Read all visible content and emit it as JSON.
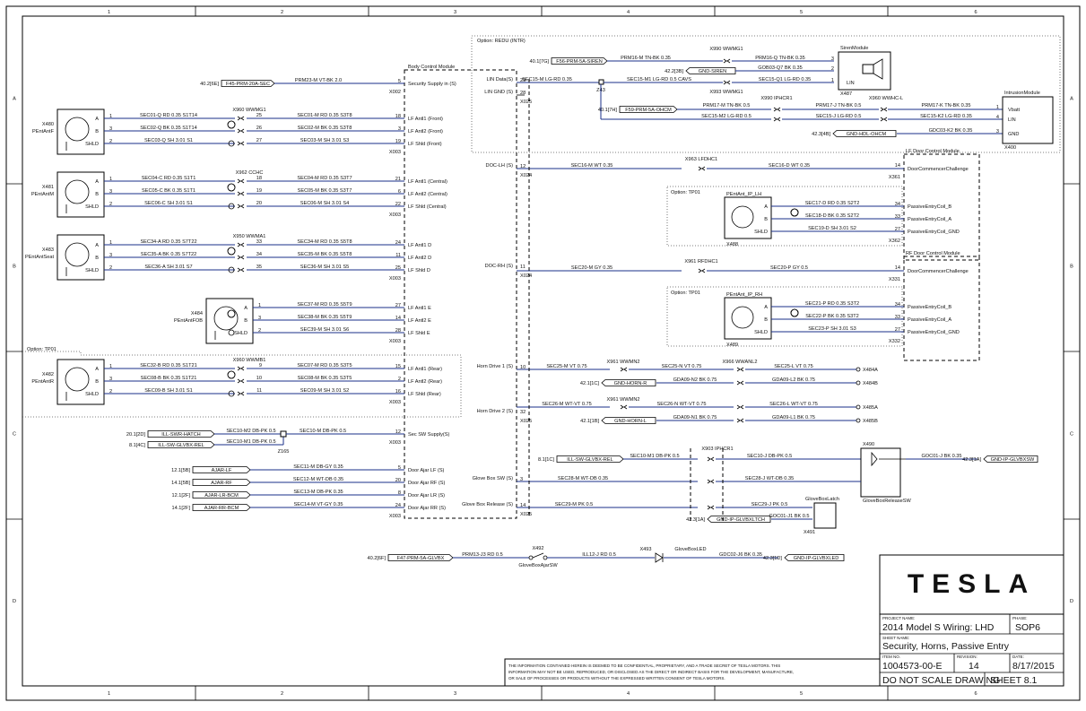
{
  "border": {
    "columns": [
      "1",
      "2",
      "3",
      "4",
      "5",
      "6"
    ],
    "rows": [
      "A",
      "B",
      "C",
      "D"
    ]
  },
  "title_block": {
    "logo": "TESLA",
    "project_name_label": "PROJECT NAME:",
    "project_name": "2014 Model S Wiring: LHD",
    "phase_label": "PHASE:",
    "phase": "SOP6",
    "sheet_name_label": "SHEET NAME:",
    "sheet_name": "Security, Horns, Passive Entry",
    "item_label": "ITEM NO.",
    "item": "1004573-00-E",
    "revision_label": "REVISION:",
    "revision": "14",
    "date_label": "DATE:",
    "date": "8/17/2015",
    "scale_note": "DO NOT SCALE DRAWING",
    "sheet": "SHEET 8.1"
  },
  "confidential": [
    "THE INFORMATION CONTAINED HEREIN IS DEEMED TO BE CONFIDENTIAL, PROPRIETARY, AND A TRADE SECRET OF TESLA MOTORS. THIS",
    "INFORMATION MAY NOT BE USED, REPRODUCED, OR DISCLOSED AS THE DIRECT OR INDIRECT BASIS FOR THE DEVELOPMENT, MANUFACTURE,",
    "OR SALE OF PROCESSES OR PRODUCTS WITHOUT THE EXPRESSED WRITTEN CONSENT OF TESLA MOTORS."
  ],
  "bcm": {
    "title": "Body Control Module",
    "pins": [
      {
        "n": "5",
        "label": "Security Supply in (S)",
        "conn": "X002"
      },
      {
        "n": "18",
        "label": "LF Antl1 (Front)"
      },
      {
        "n": "3",
        "label": "LF Antl2 (Front)"
      },
      {
        "n": "19",
        "label": "LF Shld (Front)",
        "conn": "X003"
      },
      {
        "n": "21",
        "label": "LF Antl1 (Central)"
      },
      {
        "n": "6",
        "label": "LF Antl2 (Central)"
      },
      {
        "n": "22",
        "label": "LF Shld (Central)",
        "conn": "X003"
      },
      {
        "n": "24",
        "label": "LF Antl1 D"
      },
      {
        "n": "11",
        "label": "LF Antl2 D"
      },
      {
        "n": "25",
        "label": "LF Shld D",
        "conn": "X003"
      },
      {
        "n": "27",
        "label": "LF Antl1 E"
      },
      {
        "n": "14",
        "label": "LF Antl2 E"
      },
      {
        "n": "28",
        "label": "LF Shld E",
        "conn": "X003"
      },
      {
        "n": "15",
        "label": "LF Antl1 (Rear)"
      },
      {
        "n": "2",
        "label": "LF Antl2 (Rear)"
      },
      {
        "n": "16",
        "label": "LF Shld (Rear)",
        "conn": "X003"
      },
      {
        "n": "12",
        "label": "Sec SW Supply(S)",
        "conn": "X003"
      },
      {
        "n": "5",
        "label": "Door Ajar LF (S)"
      },
      {
        "n": "20",
        "label": "Door Ajar RF (S)"
      },
      {
        "n": "8",
        "label": "Door Ajar LR (S)"
      },
      {
        "n": "24",
        "label": "Door Ajar RR (S)",
        "conn": "X003"
      }
    ],
    "right_pins": [
      {
        "n": "29",
        "label": "LIN Data(S)"
      },
      {
        "n": "28",
        "label": "LIN GND (S)",
        "conn": "X025"
      },
      {
        "n": "12",
        "label": "DOC-LH (S)",
        "conn": "X024"
      },
      {
        "n": "11",
        "label": "DOC-RH (S)",
        "conn": "X024"
      },
      {
        "n": "10",
        "label": "Horn Drive 1 (S)"
      },
      {
        "n": "32",
        "label": "Horn Drive 2 (S)",
        "conn": "X025"
      },
      {
        "n": "3",
        "label": "Glove Box SW (S)"
      },
      {
        "n": "14",
        "label": "Glove Box Release (S)",
        "conn": "X025"
      }
    ]
  },
  "antennas": [
    {
      "id": "X480",
      "name": "PEntAntF",
      "splice": "X960 WWMG1",
      "wires": [
        [
          "1",
          "SEC01-Q RD 0.35 S1T14",
          "25",
          "SEC01-M RD 0.35 S3T8"
        ],
        [
          "3",
          "SEC02-Q BK 0.35 S1T14",
          "26",
          "SEC02-M BK 0.35 S3T8"
        ],
        [
          "2",
          "SEC03-Q SH 3.01 S1",
          "27",
          "SEC03-M SH 3.01 S3"
        ]
      ]
    },
    {
      "id": "X481",
      "name": "PEntAntM",
      "splice": "X962 CCHC",
      "wires": [
        [
          "1",
          "SEC04-C RD 0.35 S1T1",
          "18",
          "SEC04-M RD 0.35 S3T7"
        ],
        [
          "3",
          "SEC05-C BK 0.35 S1T1",
          "19",
          "SEC05-M BK 0.35 S3T7"
        ],
        [
          "2",
          "SEC06-C SH 3.01 S1",
          "20",
          "SEC06-M SH 3.01 S4"
        ]
      ]
    },
    {
      "id": "X483",
      "name": "PEntAntSeat",
      "splice": "X950 WWMA1",
      "wires": [
        [
          "1",
          "SEC34-A RD 0.35 S7T22",
          "33",
          "SEC34-M RD 0.35 S5T8"
        ],
        [
          "3",
          "SEC35-A BK 0.35 S7T22",
          "34",
          "SEC35-M BK 0.35 S5T8"
        ],
        [
          "2",
          "SEC36-A SH 3.01 S7",
          "35",
          "SEC36-M SH 3.01 S5"
        ]
      ]
    },
    {
      "id": "X484",
      "name": "PEntAntFOB",
      "splice": "",
      "wires": [
        [
          "1",
          "",
          "",
          "SEC37-M RD 0.35 S5T9"
        ],
        [
          "3",
          "",
          "",
          "SEC38-M BK 0.35 S5T9"
        ],
        [
          "2",
          "",
          "",
          "SEC39-M SH 3.01 S6"
        ]
      ]
    },
    {
      "id": "X482",
      "name": "PEntAntR",
      "splice": "X960 WWMB1",
      "wires": [
        [
          "1",
          "SEC32-B RD 0.35 S1T21",
          "9",
          "SEC07-M RD 0.35 S3T5"
        ],
        [
          "3",
          "SEC08-B BK 0.35 S1T21",
          "10",
          "SEC08-M BK 0.35 S3T5"
        ],
        [
          "2",
          "SEC09-B SH 3.01 S1",
          "11",
          "SEC09-M SH 3.01 S2"
        ]
      ]
    }
  ],
  "antenna_pin_labels": [
    "A",
    "B",
    "SHLD"
  ],
  "option_tp01": "Option: TP01",
  "left_inputs": {
    "fuse_sec": {
      "ref": "40.2[6E]",
      "name": "F45-PRM-20A-SEC",
      "wire": "PRM23-M VT-BK 2.0"
    },
    "swr_hatch": {
      "ref": "20.1[2D]",
      "name": "ILL-SWR-HATCH",
      "wire": "SEC10-M2 DB-PK 0.5"
    },
    "glvbx_rel": {
      "ref": "8.1[4C]",
      "name": "ILL-SW-GLVBX-REL",
      "wire": "SEC10-M1 DB-PK 0.5"
    },
    "wire_main": "SEC10-M DB-PK 0.5",
    "splice": "Z165",
    "ajar": [
      {
        "ref": "12.1[5B]",
        "name": "AJAR-LF",
        "wire": "SEC11-M DB-GY 0.35"
      },
      {
        "ref": "14.1[5B]",
        "name": "AJAR-RF",
        "wire": "SEC12-M WT-DB 0.35"
      },
      {
        "ref": "12.1[2F]",
        "name": "AJAR-LR-BCM",
        "wire": "SEC13-M DB-PK 0.35"
      },
      {
        "ref": "14.1[2F]",
        "name": "AJAR-RR-BCM",
        "wire": "SEC14-M VT-GY 0.35"
      }
    ]
  },
  "redu": {
    "option": "Option: REDU (INTR)",
    "siren_ref": "40.1[7G]",
    "siren_fuse": "F56-PRM-5A-SIREN",
    "siren_wire": "PRM16-M TN-BK 0.35",
    "siren_splice": "X990 WWMG1",
    "siren_wire2": "PRM16-Q TN-BK 0.35",
    "gnd_ref": "42.2[3B]",
    "gnd_name": "GND-SIREN",
    "gnd_wire": "GOB03-Q7 BK 0.35",
    "lin_splice": "Z43",
    "lin_wire1": "SEC15-M LG-RD 0.35",
    "lin_wire2": "SEC15-M1 LG-RD 0.5 CAVS",
    "lin_wire3": "SEC15-Q1 LG-RD 0.35",
    "lin_splice2": "X993 WWMG1",
    "siren_module": "SirenModule",
    "siren_conn": "X487",
    "siren_pins": [
      {
        "n": "3",
        "label": ""
      },
      {
        "n": "2",
        "label": ""
      },
      {
        "n": "1",
        "label": "LIN"
      }
    ],
    "ohcm_ref": "40.1[7H]",
    "ohcm_fuse": "F59-PRM-5A-OHCM",
    "ohcm_wire": "PRM17-M TN-BK 0.5",
    "ohcm_splice": "X990 IPHCR1",
    "ohcm_wire2": "PRM17-J TN-BK 0.5",
    "ohcm_splice2": "X960 WWHC-L",
    "ohcm_wire3": "PRM17-K TN-BK 0.35",
    "lin_wire4": "SEC15-M2 LG-RD 0.5",
    "lin_wire5": "SEC15-J LG-RD 0.5",
    "lin_wire6": "SEC15-K2 LG-RD 0.35",
    "gnd2_ref": "42.3[4B]",
    "gnd2_name": "GND-HDL-OHCM",
    "gnd2_wire": "GDC03-K2 BK 0.35",
    "intrusion": "IntrusionModule",
    "intrusion_conn": "X400",
    "intrusion_pins": [
      {
        "n": "1",
        "label": "Vbatt"
      },
      {
        "n": "4",
        "label": "LIN"
      },
      {
        "n": "3",
        "label": "GND"
      }
    ]
  },
  "lf_door": {
    "title": "LF Door Control Module",
    "doc_wire": "SEC16-M WT 0.35",
    "doc_splice": "X963 LFDHC1",
    "doc_wire2": "SEC16-D WT 0.35",
    "pin_top": "14",
    "label_top": "DoorCommencerChallenge",
    "conn_top": "X361",
    "option": "Option: TP01",
    "ant_name": "PEntAnt_IP_LH",
    "ant_conn": "X488",
    "wires": [
      [
        "SEC17-D RD 0.35 S2T2",
        "34",
        "PassiveEntryCoil_B"
      ],
      [
        "SEC18-D BK 0.35 S2T2",
        "33",
        "PassiveEntryCoil_A"
      ],
      [
        "SEC19-D SH 3.01 S2",
        "27",
        "PassiveEntryCoil_GND"
      ]
    ],
    "conn_bottom": "X362"
  },
  "rf_door": {
    "title": "RF Door Control Module",
    "doc_wire": "SEC20-M GY 0.35",
    "doc_splice": "X961 RFDHC1",
    "doc_wire2": "SEC20-P GY 0.5",
    "pin_top": "14",
    "label_top": "DoorCommencerChallenge",
    "conn_top": "X331",
    "option": "Option: TP01",
    "ant_name": "PEntAnt_IP_RH",
    "ant_conn": "X489",
    "wires": [
      [
        "SEC21-P RD 0.35 S3T2",
        "34",
        "PassiveEntryCoil_B"
      ],
      [
        "SEC22-P BK 0.35 S3T2",
        "33",
        "PassiveEntryCoil_A"
      ],
      [
        "SEC23-P SH 3.01 S3",
        "27",
        "PassiveEntryCoil_GND"
      ]
    ],
    "conn_bottom": "X332"
  },
  "horns": {
    "h1_wire": "SEC25-M VT 0.75",
    "h1_splice": "X961 WWMN2",
    "h1_wire2": "SEC25-N VT 0.75",
    "h1_splice2": "X966 WWANL2",
    "h1_wire3": "SEC25-L VT 0.75",
    "h1_conn": "X484A",
    "h1_gnd_ref": "42.1[1C]",
    "h1_gnd": "GND-HORN-R",
    "h1_gnd_wire": "GDA09-N2 BK 0.75",
    "h1_gnd_wire2": "GDA09-L2 BK 0.75",
    "h1_gnd_conn": "X484B",
    "h2_wire": "SEC26-M WT-VT 0.75",
    "h2_splice": "X961 WWMN2",
    "h2_wire2": "SEC26-N WT-VT 0.75",
    "h2_wire3": "SEC26-L WT-VT 0.75",
    "h2_conn": "X485A",
    "h2_gnd_ref": "42.1[1B]",
    "h2_gnd": "GND-HORN-L",
    "h2_gnd_wire": "GDA09-N1 BK 0.75",
    "h2_gnd_wire2": "GDA09-L1 BK 0.75",
    "h2_gnd_conn": "X485B"
  },
  "glovebox": {
    "ill_ref": "8.1[1C]",
    "ill_name": "ILL-SW-GLVBX-REL",
    "ill_wire": "SEC10-M1 DB-PK 0.5",
    "splice": "X903 IPHCR1",
    "ill_wire2": "SEC10-J DB-PK 0.5",
    "sw_conn": "X490",
    "sw_name": "GloveBoxReleaseSW",
    "sw_gnd_wire": "GOC01-J BK 0.35",
    "sw_gnd_name": "GND-IP-GLVBXSW",
    "sw_gnd_ref": "42.3[1A]",
    "sw_wire": "SEC28-M WT-DB 0.35",
    "sw_wire2": "SEC28-J WT-DB 0.35",
    "latch_wire": "SEC29-M PK 0.5",
    "latch_wire2": "SEC29-J PK 0.5",
    "latch_gnd_ref": "42.3[1A]",
    "latch_gnd": "GND-IP-GLVBXLTCH",
    "latch_gnd_wire": "GOC01-J1 BK 0.5",
    "latch_name": "GloveBoxLatch",
    "latch_conn": "X491",
    "led_ref": "40.2[6F]",
    "led_fuse": "F47-PRM-5A-GLVBX",
    "led_wire": "PRM13-J3 RD 0.5",
    "ajar_conn": "X492",
    "ajar_name": "GloveBoxAjarSW",
    "led_wire2": "ILL12-J RD 0.5",
    "led_conn": "X493",
    "led_name": "GloveBoxLED",
    "led_gnd_wire": "GDC02-J6 BK 0.35",
    "led_gnd": "GND-IP-GLVBXLED",
    "led_gnd_ref": "42.3[1D]"
  },
  "colors": {
    "wire": "#1a2f8a",
    "line": "#000000"
  }
}
